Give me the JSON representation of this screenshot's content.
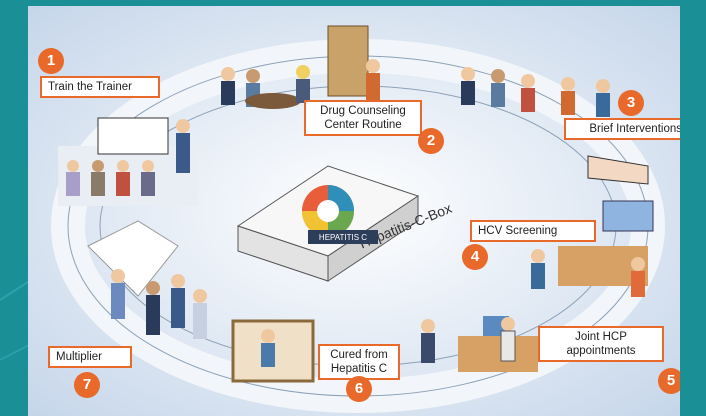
{
  "colors": {
    "accent": "#e8692a",
    "background": "#1a8f96"
  },
  "steps": [
    {
      "number": "1",
      "label": "Train the Trainer"
    },
    {
      "number": "2",
      "label": "Drug Counseling Center Routine"
    },
    {
      "number": "3",
      "label": "Brief Interventions"
    },
    {
      "number": "4",
      "label": "HCV Screening"
    },
    {
      "number": "5",
      "label": "Joint HCP appointments"
    },
    {
      "number": "6",
      "label": "Cured from Hepatitis C"
    },
    {
      "number": "7",
      "label": "Multiplier"
    }
  ],
  "box": {
    "caption": "Hepatitis-C-Box",
    "lid_text": "HEPATITIS C"
  }
}
